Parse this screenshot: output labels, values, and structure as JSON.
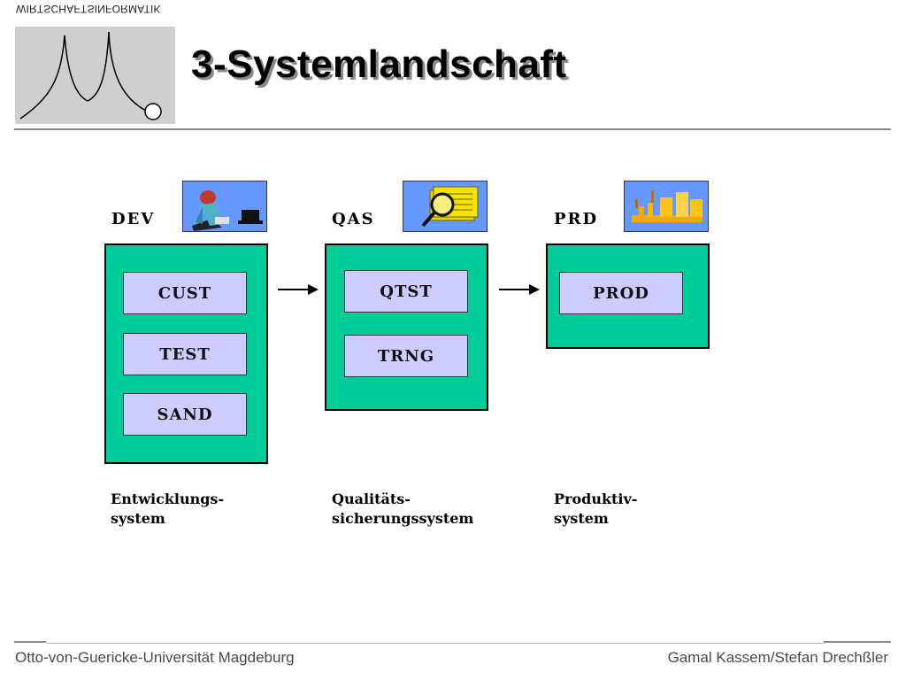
{
  "header": {
    "logo_text": "WIRTSCHAFTSINFORMATIK",
    "title": "3-Systemlandschaft"
  },
  "systems": [
    {
      "label": "DEV",
      "icon": "worker-icon",
      "clients": [
        "CUST",
        "TEST",
        "SAND"
      ],
      "description": [
        "Entwicklungs-",
        "system"
      ]
    },
    {
      "label": "QAS",
      "icon": "magnifier-icon",
      "clients": [
        "QTST",
        "TRNG"
      ],
      "description": [
        "Qualitäts-",
        "sicherungssystem"
      ]
    },
    {
      "label": "PRD",
      "icon": "factory-icon",
      "clients": [
        "PROD"
      ],
      "description": [
        "Produktiv-",
        "system"
      ]
    }
  ],
  "footer": {
    "left": "Otto-von-Guericke-Universität Magdeburg",
    "right": "Gamal Kassem/Stefan Drechßler"
  },
  "colors": {
    "system_box": "#00cc99",
    "client_box": "#ccccff",
    "icon_bg": "#6699ff"
  }
}
